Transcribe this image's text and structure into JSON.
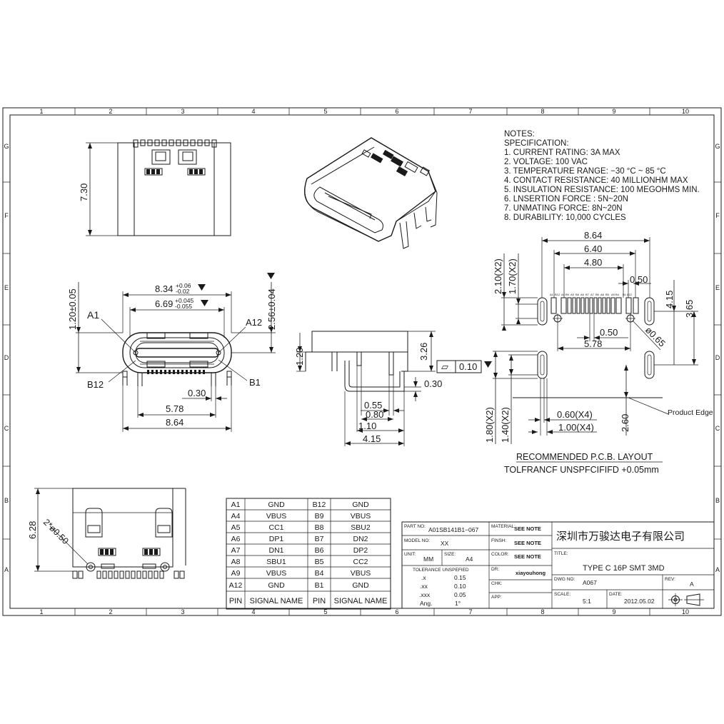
{
  "border_columns": [
    "1",
    "2",
    "3",
    "4",
    "5",
    "6",
    "7",
    "8",
    "9",
    "10"
  ],
  "border_rows": [
    "G",
    "F",
    "E",
    "D",
    "C",
    "B",
    "A"
  ],
  "notes": {
    "heading": "NOTES:",
    "subheading": "SPECIFICATION:",
    "lines": [
      "1.  CURRENT  RATING:  3A  MAX",
      "2.  VOLTAGE:  100  VAC",
      "3.  TEMPERATURE  RANGE:  −30  °C  ~  85  °C",
      "4.  CONTACT  RESISTANCE:  40  MILLIONHM  MAX",
      "5.  INSULATION  RESISTANCE:  100  MEGOHMS  MIN.",
      "6.  LNSERTION  FORCE  :  5N~20N",
      "7.  UNMATING  FORCE:  8N~20N",
      "8.  DURABILITY:     10,000  CYCLES"
    ]
  },
  "top_view": {
    "height_dim": "7.30"
  },
  "front_view": {
    "dim_width": "8.34",
    "dim_width_tol_plus": "+0.06",
    "dim_width_tol_minus": "-0.02",
    "dim_opening": "6.69",
    "dim_opening_tol_plus": "+0.045",
    "dim_opening_tol_minus": "-0.055",
    "dim_left_height": "1.20±0.05",
    "dim_right_height": "2.56±0.04",
    "label_a1": "A1",
    "label_a12": "A12",
    "label_b12": "B12",
    "label_b1": "B1",
    "dim_pitch": "0.30",
    "dim_pins": "5.78",
    "dim_overall": "8.64"
  },
  "side_view": {
    "dim_height": "1.20",
    "dim_total": "3.26",
    "dim_thickness": "0.30",
    "flatness_symbol": "▱",
    "flatness_value": "0.10",
    "dim_055": "0.55",
    "dim_080": "0.80",
    "dim_110": "1.10",
    "dim_415": "4.15"
  },
  "pcb_layout": {
    "dim_864": "8.64",
    "dim_640": "6.40",
    "dim_480": "4.80",
    "dim_050_top": "0.50",
    "dim_415": "4.15",
    "dim_365": "3.65",
    "dim_210": "2.10(X2)",
    "dim_170": "1.70(X2)",
    "dim_050_mid": "0.50",
    "dim_578": "5.78",
    "dim_hole": "ø0.65",
    "dim_180": "1.80(X2)",
    "dim_140": "1.40(X2)",
    "dim_060": "0.60(X4)",
    "dim_100": "1.00(X4)",
    "dim_260": "2.60",
    "product_edge": "Product Edge",
    "pad_labels": [
      "A1",
      "B12",
      "A4 B9",
      "A5",
      "B8",
      "A6",
      "B7",
      "A7",
      "B6",
      "A8",
      "B5",
      "A9 B4",
      "B1 A12"
    ],
    "title": "RECOMMENDED    P.C.B.  LAYOUT",
    "tolerance": "TOLFRANCF  UNSPFCIFIFD  +0.05mm"
  },
  "bottom_view": {
    "dim_height": "6.28",
    "dim_hole": "2*ø0.50"
  },
  "pin_table": {
    "headers": [
      "PIN",
      "SIGNAL  NAME",
      "PIN",
      "SIGNAL  NAME"
    ],
    "rows": [
      [
        "A1",
        "GND",
        "B12",
        "GND"
      ],
      [
        "A4",
        "VBUS",
        "B9",
        "VBUS"
      ],
      [
        "A5",
        "CC1",
        "B8",
        "SBU2"
      ],
      [
        "A6",
        "DP1",
        "B7",
        "DN2"
      ],
      [
        "A7",
        "DN1",
        "B6",
        "DP2"
      ],
      [
        "A8",
        "SBU1",
        "B5",
        "CC2"
      ],
      [
        "A9",
        "VBUS",
        "B4",
        "VBUS"
      ],
      [
        "A12",
        "GND",
        "B1",
        "GND"
      ]
    ]
  },
  "title_block": {
    "part_no_label": "PART NO:",
    "part_no": "A01SB141B1−067",
    "model_no_label": "MODEL NO:",
    "model_no": "XX",
    "unit_label": "UNIT:",
    "unit": "MM",
    "size_label": "SIZE:",
    "size": "A4",
    "tolerance_label": "TOLERANCE  UNSPEFIED",
    "tolerances": [
      [
        ".x",
        "0.15"
      ],
      [
        ".xx",
        "0.10"
      ],
      [
        ".xxx",
        "0.05"
      ],
      [
        "Ang.",
        "1°"
      ]
    ],
    "material_label": "MATERIAL:",
    "material": "SEE NOTE",
    "finish_label": "FINSH:",
    "finish": "SEE NOTE",
    "color_label": "COLOR:",
    "color": "SEE NOTE",
    "dr_label": "DR:",
    "dr": "xiayouhong",
    "chk_label": "CHK:",
    "app_label": "APP:",
    "company": "深圳市万骏达电子有限公司",
    "title_label": "TITLE:",
    "title": "TYPE  C  16P  SMT  3MD",
    "dwg_no_label": "DWG NO:",
    "dwg_no": "A067",
    "rev_label": "REV:",
    "rev": "A",
    "scale_label": "SCALE:",
    "scale": "5:1",
    "date_label": "DATE:",
    "date": "2012.05.02"
  },
  "colors": {
    "line": "#1a1a1a",
    "paper": "#ffffff"
  }
}
